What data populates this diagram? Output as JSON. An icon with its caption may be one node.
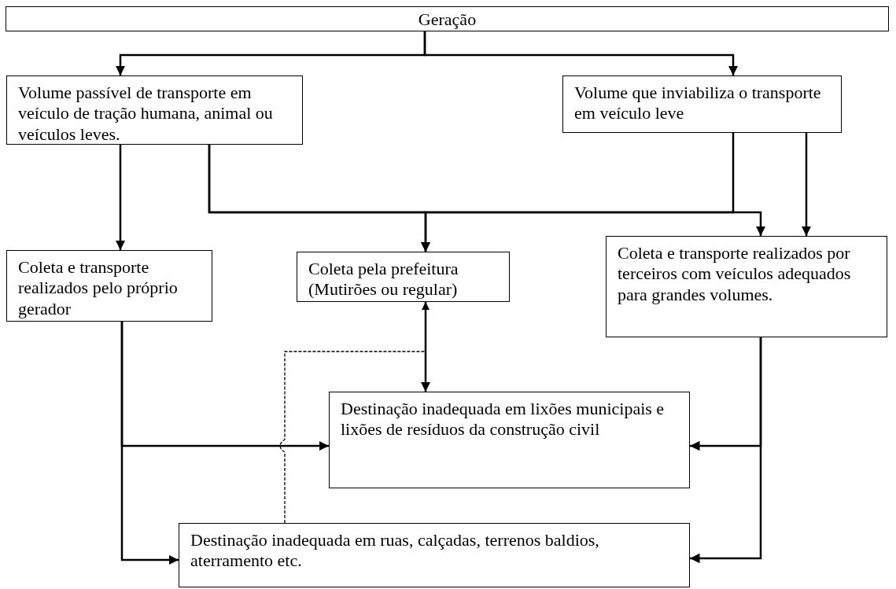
{
  "diagram": {
    "nodes": [
      {
        "text": [
          "Geração"
        ]
      },
      {
        "text": [
          "Volume passível de transporte em veículo de tração humana, animal ou veículos leves."
        ]
      },
      {
        "text": [
          "Volume que inviabiliza o transporte em veículo leve"
        ]
      },
      {
        "text": [
          "Coleta e transporte realizados pelo próprio gerador"
        ]
      },
      {
        "text": [
          "Coleta pela prefeitura (Mutirões ou regular)"
        ]
      },
      {
        "text": [
          "Coleta e transporte realizados por terceiros com veículos adequados para grandes volumes."
        ]
      },
      {
        "text": [
          "Destinação inadequada em lixões municipais e lixões de resíduos da construção civil"
        ]
      },
      {
        "text": [
          "Destinação inadequada em ruas, calçadas, terrenos baldios, aterramento etc."
        ]
      }
    ],
    "edges": [
      {
        "from": 0,
        "to": 1,
        "arrow": "to"
      },
      {
        "from": 0,
        "to": 2,
        "arrow": "to"
      },
      {
        "from": 1,
        "to": 3,
        "arrow": "to"
      },
      {
        "from": 1,
        "to": 4,
        "arrow": "to"
      },
      {
        "from": 1,
        "to": 5,
        "arrow": "to"
      },
      {
        "from": 2,
        "to": 4,
        "arrow": "to"
      },
      {
        "from": 2,
        "to": 5,
        "arrow": "to"
      },
      {
        "from": 3,
        "to": 6,
        "arrow": "to"
      },
      {
        "from": 3,
        "to": 7,
        "arrow": "to"
      },
      {
        "from": 4,
        "to": 6,
        "arrow": "to"
      },
      {
        "from": 5,
        "to": 6,
        "arrow": "to"
      },
      {
        "from": 5,
        "to": 7,
        "arrow": "to"
      },
      {
        "from": 7,
        "to": 4,
        "arrow": "to",
        "style": "dashed"
      }
    ]
  }
}
